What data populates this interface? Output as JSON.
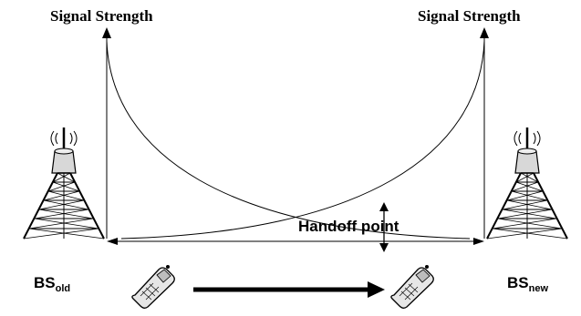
{
  "labels": {
    "left_axis": "Signal Strength",
    "right_axis": "Signal Strength",
    "handoff": "Handoff point",
    "bs_old_main": "BS",
    "bs_old_sub": "old",
    "bs_new_main": "BS",
    "bs_new_sub": "new"
  },
  "icons": {
    "tower_left": "radio-tower-icon",
    "tower_right": "radio-tower-icon",
    "phone_left": "mobile-phone-icon",
    "phone_right": "mobile-phone-icon"
  },
  "colors": {
    "line": "#000000",
    "tower_cap": "#d8d8d8"
  }
}
